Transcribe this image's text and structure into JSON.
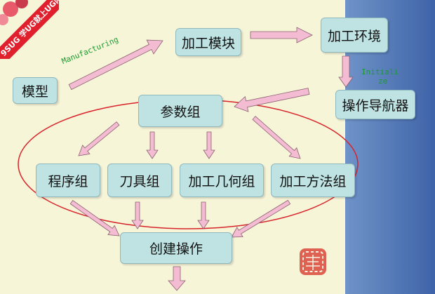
{
  "diagram": {
    "nodes": {
      "model": "模型",
      "machining_module": "加工模块",
      "machining_env": "加工环境",
      "op_navigator": "操作导航器",
      "param_group": "参数组",
      "program_group": "程序组",
      "tool_group": "刀具组",
      "geometry_group": "加工几何组",
      "method_group": "加工方法组",
      "create_op": "创建操作"
    },
    "edge_labels": {
      "manufacturing": "Manufacturing",
      "initial_1": "Initiali",
      "initial_2": "ze"
    }
  },
  "watermark": {
    "badge_line1": "9SUG",
    "badge_line2": "学UG就上UG网"
  },
  "colors": {
    "node_fill": "#bfe3e3",
    "node_border": "#8fb8bd",
    "arrow_fill": "#f4bcd2",
    "arrow_stroke": "#8a6070",
    "ellipse_stroke": "#d8232a",
    "background": "#f7f5d8",
    "side_panel": "#5b80bb",
    "edge_label": "#1a9c2e"
  }
}
